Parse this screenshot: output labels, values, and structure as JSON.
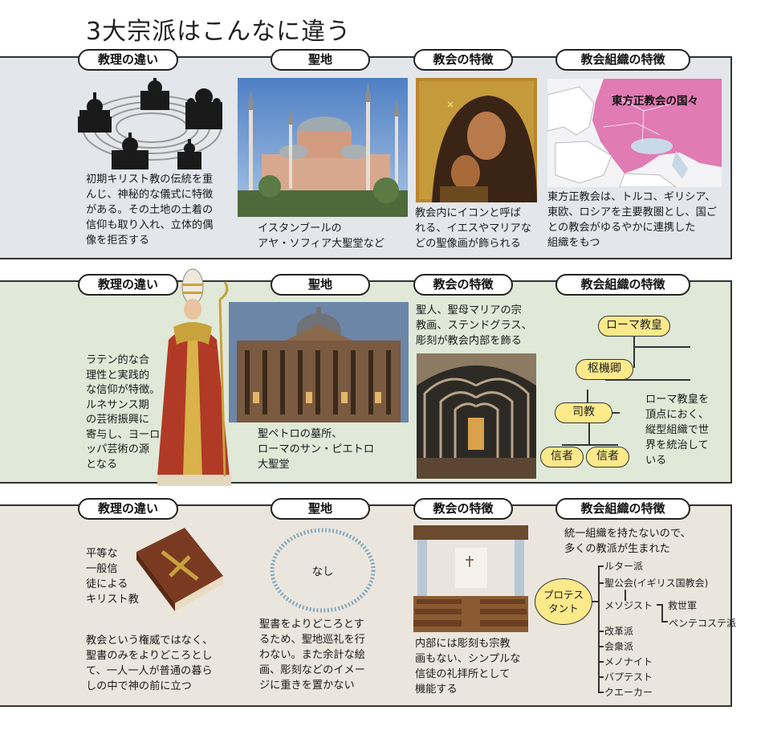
{
  "title": "3大宗派はこんなに違う",
  "headers": {
    "doctrine": "教理の違い",
    "holy_site": "聖地",
    "church_features": "教会の特徴",
    "organization": "教会組織の特徴"
  },
  "orthodox": {
    "doctrine_text": "初期キリスト教の伝統を重\nんじ、神秘的な儀式に特徴\nがある。その土地の土着の\n信仰も取り入れ、立体的偶\n像を拒否する",
    "holy_site_caption": "イスタンブールの\nアヤ・ソフィア大聖堂など",
    "church_text": "教会内にイコンと呼ば\nれる、イエスやマリアな\nどの聖像画が飾られる",
    "map_label": "東方正教会の国々",
    "org_text": "東方正教会は、トルコ、ギリシア、\n東欧、ロシアを主要教圏とし、国ご\nとの教会がゆるやかに連携した\n組織をもつ"
  },
  "catholic": {
    "doctrine_text": "ラテン的な合\n理性と実践的\nな信仰が特徴。\nルネサンス期\nの芸術振興に\n寄与し、ヨーロ\nッパ芸術の源\nとなる",
    "holy_site_caption": "聖ペトロの墓所、\nローマのサン・ピエトロ\n大聖堂",
    "church_text": "聖人、聖母マリアの宗\n教画、ステンドグラス、\n彫刻が教会内部を飾る",
    "hierarchy": {
      "pope": "ローマ教皇",
      "cardinal": "枢機卿",
      "priest": "司教",
      "believer1": "信者",
      "believer2": "信者"
    },
    "org_text": "ローマ教皇を\n頂点におく、\n縦型組織で世\n界を統治して\nいる"
  },
  "protestant": {
    "bible_text": "平等な\n一般信\n徒による\nキリスト教",
    "doctrine_text": "教会という権威ではなく、\n聖書のみをよりどころとし\nて、一人一人が普通の暮ら\nしの中で神の前に立つ",
    "holy_site_none": "なし",
    "holy_site_text": "聖書をよりどころとす\nるため、聖地巡礼を行\nわない。また余計な絵\n画、彫刻などのイメー\nジに重きを置かない",
    "church_text": "内部には彫刻も宗教\n画もない、シンプルな\n信徒の礼拝所として\n機能する",
    "org_intro": "統一組織を持たないので、\n多くの教派が生まれた",
    "root": "プロテス\nタント",
    "denominations": [
      "ルター派",
      "聖公会(イギリス国教会)",
      "メソジスト",
      "改革派",
      "会衆派",
      "メノナイト",
      "バプテスト",
      "クエーカー"
    ],
    "methodist_branches": [
      "救世軍",
      "ペンテコステ派"
    ]
  },
  "colors": {
    "panel_orthodox": "#e3e6ea",
    "panel_catholic": "#e0e8d8",
    "panel_protestant": "#ebe6dd",
    "node_fill": "#fbe98a",
    "map_pink": "#e07bb4"
  }
}
